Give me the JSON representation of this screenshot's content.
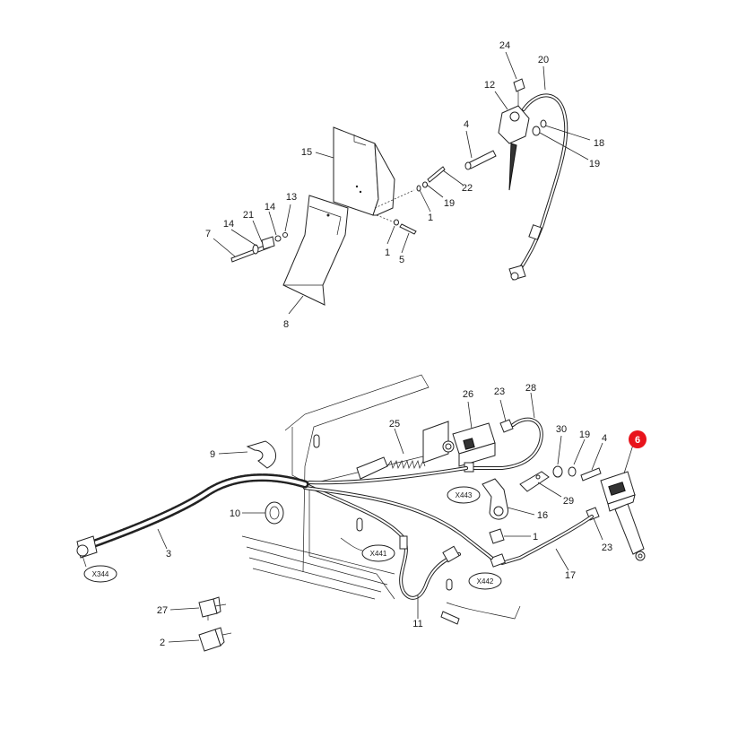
{
  "callouts": [
    {
      "id": "c24",
      "text": "24"
    },
    {
      "id": "c20",
      "text": "20"
    },
    {
      "id": "c12",
      "text": "12"
    },
    {
      "id": "c4a",
      "text": "4"
    },
    {
      "id": "c18",
      "text": "18"
    },
    {
      "id": "c19a",
      "text": "19"
    },
    {
      "id": "c15",
      "text": "15"
    },
    {
      "id": "c22",
      "text": "22"
    },
    {
      "id": "c19b",
      "text": "19"
    },
    {
      "id": "c1a",
      "text": "1"
    },
    {
      "id": "c13",
      "text": "13"
    },
    {
      "id": "c14a",
      "text": "14"
    },
    {
      "id": "c21",
      "text": "21"
    },
    {
      "id": "c14b",
      "text": "14"
    },
    {
      "id": "c7",
      "text": "7"
    },
    {
      "id": "c1b",
      "text": "1"
    },
    {
      "id": "c5",
      "text": "5"
    },
    {
      "id": "c8",
      "text": "8"
    },
    {
      "id": "c26",
      "text": "26"
    },
    {
      "id": "c23a",
      "text": "23"
    },
    {
      "id": "c28",
      "text": "28"
    },
    {
      "id": "c25",
      "text": "25"
    },
    {
      "id": "c30",
      "text": "30"
    },
    {
      "id": "c19c",
      "text": "19"
    },
    {
      "id": "c4b",
      "text": "4"
    },
    {
      "id": "c9",
      "text": "9"
    },
    {
      "id": "c29",
      "text": "29"
    },
    {
      "id": "c16",
      "text": "16"
    },
    {
      "id": "c10",
      "text": "10"
    },
    {
      "id": "c23b",
      "text": "23"
    },
    {
      "id": "c1c",
      "text": "1"
    },
    {
      "id": "c3",
      "text": "3"
    },
    {
      "id": "c17",
      "text": "17"
    },
    {
      "id": "c27",
      "text": "27"
    },
    {
      "id": "c11",
      "text": "11"
    },
    {
      "id": "c2",
      "text": "2"
    }
  ],
  "highlight": {
    "text": "6",
    "color": "#e8141c"
  },
  "connectors": {
    "x344": "X344",
    "x441": "X441",
    "x442": "X442",
    "x443": "X443"
  }
}
